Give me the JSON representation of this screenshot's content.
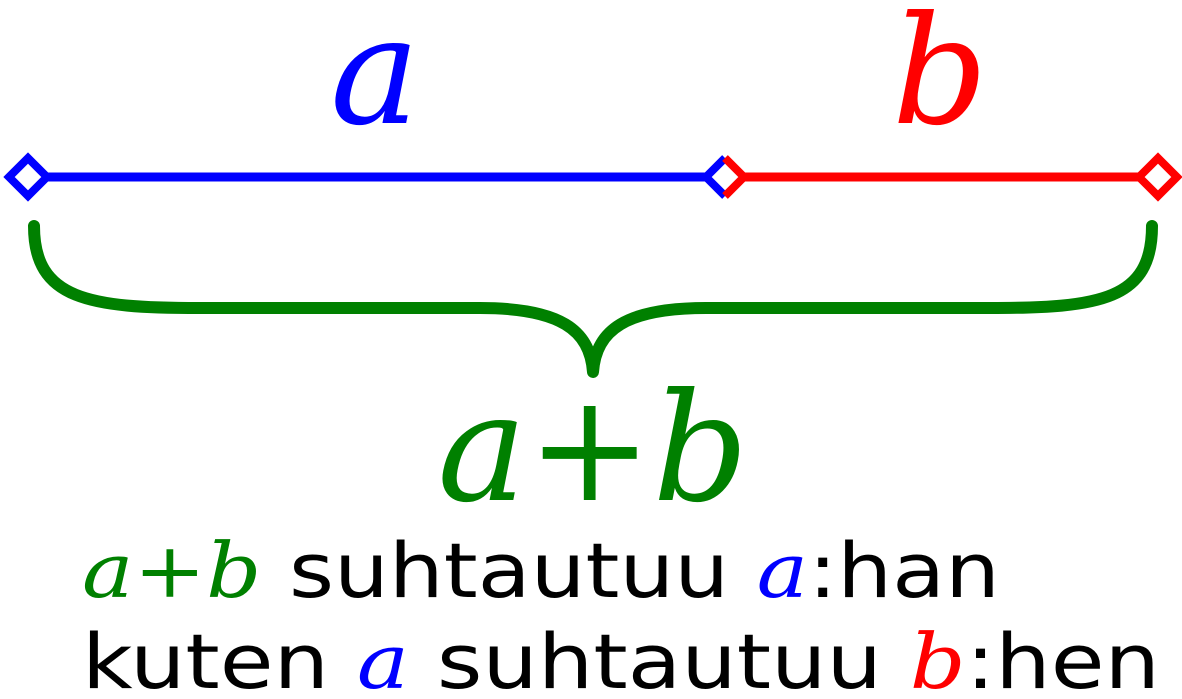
{
  "colors": {
    "a": "#0000ff",
    "b": "#ff0000",
    "sum": "#008000",
    "text": "#000000",
    "background": "#ffffff"
  },
  "diagram": {
    "label_a": "a",
    "label_b": "b",
    "label_sum_a": "a",
    "label_sum_plus": "+",
    "label_sum_b": "b"
  },
  "caption": {
    "line1": {
      "sum_a": "a",
      "sum_plus": "+",
      "sum_b": "b",
      "word1": " suhtautuu ",
      "var": "a",
      "suffix": ":han"
    },
    "line2": {
      "word1": "kuten ",
      "var1": "a",
      "word2": " suhtautuu ",
      "var2": "b",
      "suffix": ":hen"
    }
  }
}
